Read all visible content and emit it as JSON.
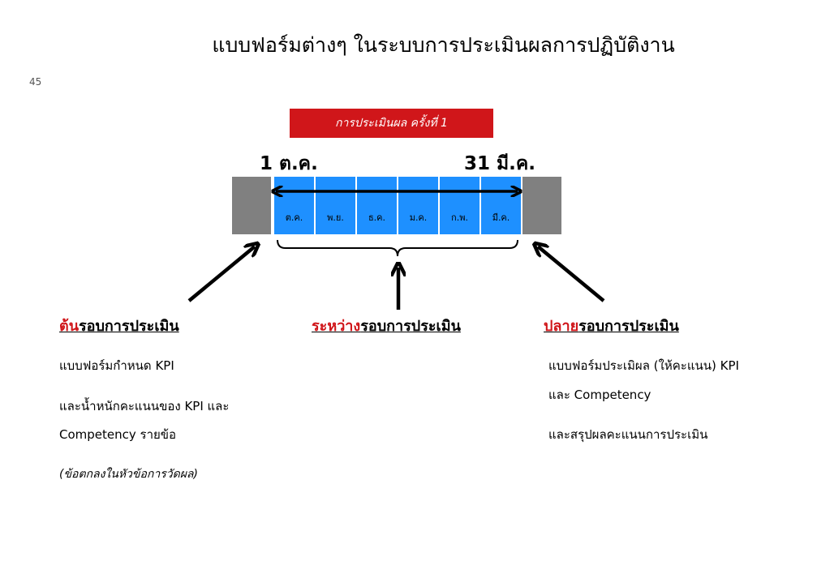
{
  "title": "แบบฟอร์มต่างๆ ในระบบการประเมินผลการปฏิบัติงาน",
  "slide_number": "45",
  "badge": "การประเมินผล ครั้งที่ 1",
  "dates": {
    "start": "1 ต.ค.",
    "end": "31 มี.ค."
  },
  "months": [
    "ต.ค.",
    "พ.ย.",
    "ธ.ค.",
    "ม.ค.",
    "ก.พ.",
    "มี.ค."
  ],
  "phases": {
    "start": {
      "highlight": "ต้น",
      "rest": "รอบการประเมิน"
    },
    "middle": {
      "highlight": "ระหว่าง",
      "rest": "รอบการประเมิน"
    },
    "end": {
      "highlight": "ปลาย",
      "rest": "รอบการประเมิน"
    }
  },
  "left_text": {
    "line1": "แบบฟอร์มกำหนด KPI",
    "line2": "และน้ำหนักคะแนนของ KPI และ",
    "line3": "Competency รายข้อ",
    "note": "(ข้อตกลงในหัวข้อการวัดผล)"
  },
  "right_text": {
    "line1": "แบบฟอร์มประเมิผล (ให้คะแนน) KPI",
    "line2": "และ Competency",
    "line3": "และสรุปผลคะแนนการประเมิน"
  },
  "colors": {
    "accent_red": "#d0161a",
    "month_blue": "#1e90ff",
    "gray": "#808080"
  }
}
